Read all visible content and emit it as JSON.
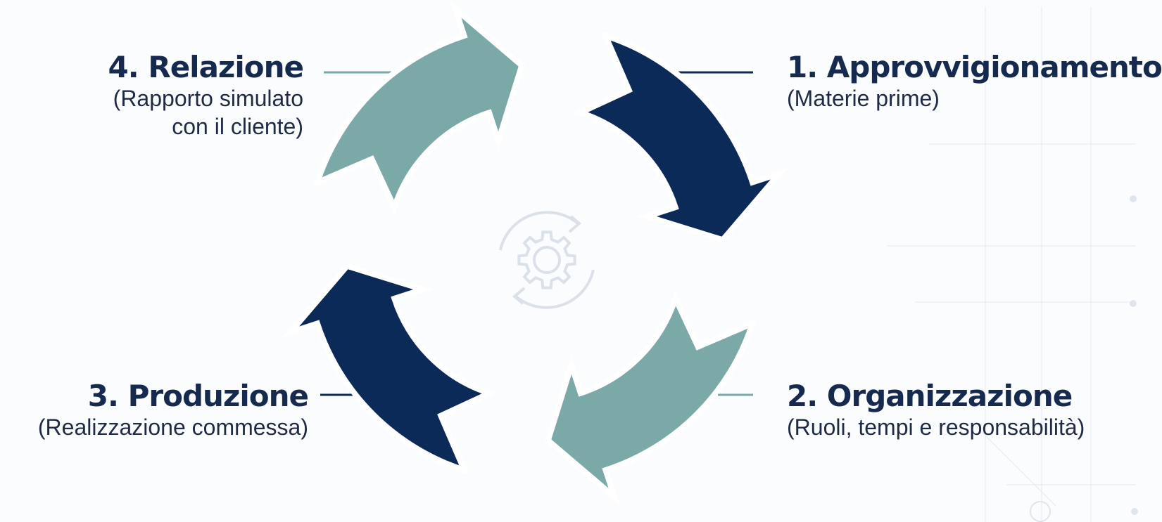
{
  "diagram": {
    "type": "cycle",
    "center_icon": "gear-refresh-icon",
    "colors": {
      "navy": "#0c2a57",
      "teal": "#7ba9a8",
      "text": "#16294f"
    },
    "steps": [
      {
        "title": "1. Approvvigionamento",
        "subtitle": [
          "(Materie prime)"
        ],
        "color": "navy"
      },
      {
        "title": "2. Organizzazione",
        "subtitle": [
          "(Ruoli, tempi e responsabilità)"
        ],
        "color": "teal"
      },
      {
        "title": "3. Produzione",
        "subtitle": [
          "(Realizzazione commessa)"
        ],
        "color": "navy"
      },
      {
        "title": "4. Relazione",
        "subtitle": [
          "(Rapporto simulato",
          "con il cliente)"
        ],
        "color": "teal"
      }
    ]
  }
}
